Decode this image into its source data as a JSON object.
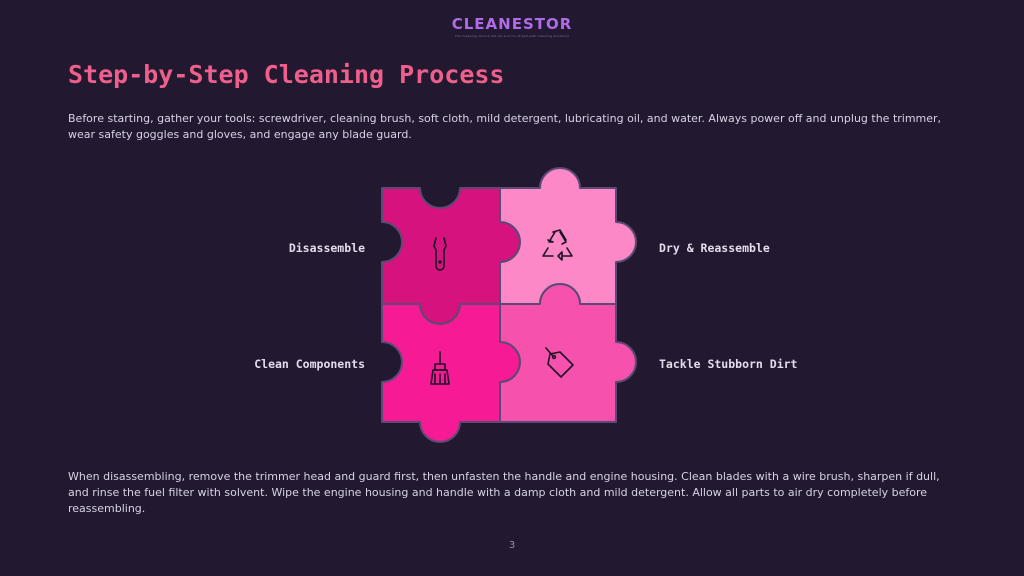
{
  "logo": {
    "text": "CLEANESTOR",
    "tagline": "The Cleaning Choice Cnt Air and You Oreed with Cleaning Solutions"
  },
  "title": "Step-by-Step Cleaning Process",
  "intro": "Before starting, gather your tools: screwdriver, cleaning brush, soft cloth, mild detergent, lubricating oil, and water. Always power off and unplug the trimmer, wear safety goggles and gloves, and engage any blade guard.",
  "puzzle": {
    "pieces": [
      {
        "label": "Disassemble",
        "icon": "wrench-icon",
        "color": "#d6127f"
      },
      {
        "label": "Dry & Reassemble",
        "icon": "recycle-icon",
        "color": "#fc88c8"
      },
      {
        "label": "Clean Components",
        "icon": "brush-icon",
        "color": "#f61b95"
      },
      {
        "label": "Tackle Stubborn Dirt",
        "icon": "tag-icon",
        "color": "#f652ad"
      }
    ]
  },
  "outro": "When disassembling, remove the trimmer head and guard first, then unfasten the handle and engine housing. Clean blades with a wire brush, sharpen if dull, and rinse the fuel filter with solvent. Wipe the engine housing and handle with a damp cloth and mild detergent. Allow all parts to air dry completely before reassembling.",
  "page_number": "3"
}
